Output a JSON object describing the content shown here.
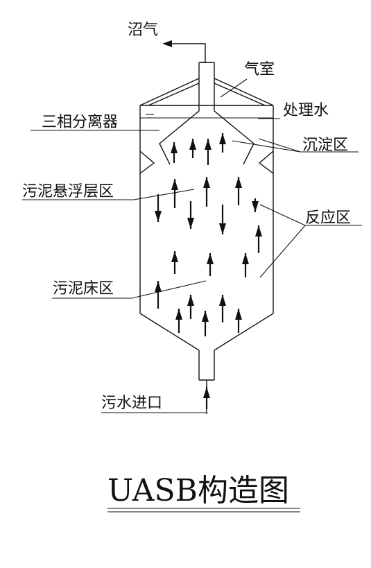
{
  "labels": {
    "biogas": "沼气",
    "gas_chamber": "气室",
    "three_phase_separator": "三相分离器",
    "treated_water": "处理水",
    "settling_zone": "沉淀区",
    "sludge_suspension_layer": "污泥悬浮层区",
    "reaction_zone": "反应区",
    "sludge_bed_zone": "污泥床区",
    "sewage_inlet": "污水进口"
  },
  "title": "UASB构造图",
  "colors": {
    "ink": "#111111",
    "background": "#ffffff"
  }
}
